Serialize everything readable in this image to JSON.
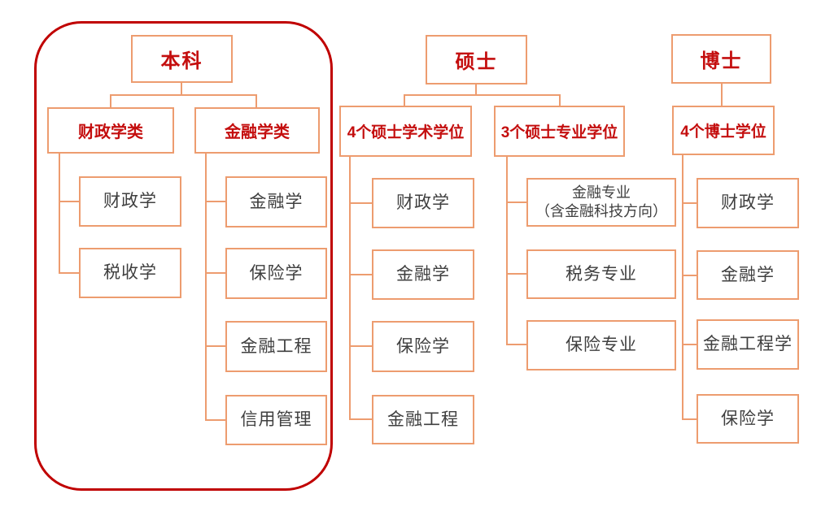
{
  "diagram_title": "degree-programs-tree",
  "colors": {
    "box_border": "#ed9c6f",
    "header_text": "#c40e0e",
    "leaf_text": "#3f3f3f",
    "highlight_frame": "#c00000",
    "background": "#ffffff"
  },
  "sections": [
    {
      "id": "bachelor",
      "root": "本科",
      "highlighted": true,
      "groups": [
        {
          "label": "财政学类",
          "children": [
            "财政学",
            "税收学"
          ]
        },
        {
          "label": "金融学类",
          "children": [
            "金融学",
            "保险学",
            "金融工程",
            "信用管理"
          ]
        }
      ]
    },
    {
      "id": "master",
      "root": "硕士",
      "highlighted": false,
      "groups": [
        {
          "label": "4个硕士学术学位",
          "children": [
            "财政学",
            "金融学",
            "保险学",
            "金融工程"
          ]
        },
        {
          "label": "3个硕士专业学位",
          "children": [
            "金融专业\n（含金融科技方向）",
            "税务专业",
            "保险专业"
          ]
        }
      ]
    },
    {
      "id": "doctor",
      "root": "博士",
      "highlighted": false,
      "groups": [
        {
          "label": "4个博士学位",
          "children": [
            "财政学",
            "金融学",
            "金融工程学",
            "保险学"
          ]
        }
      ]
    }
  ]
}
